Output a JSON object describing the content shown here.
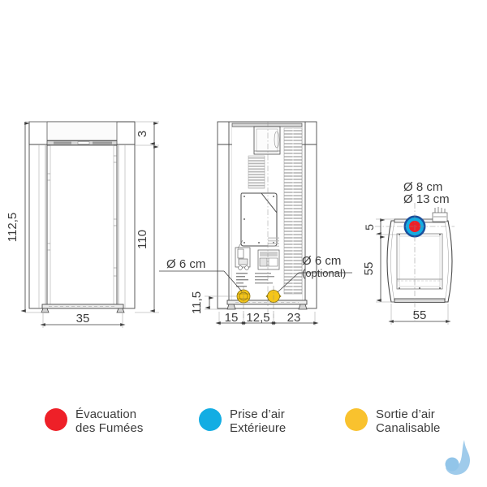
{
  "drawing": {
    "title_alt": "Poele a granules - plans cotes",
    "views": {
      "side": {
        "name": "side-elevation",
        "dims": [
          {
            "label": "112,5",
            "orientation": "vertical",
            "name": "dim-total-height"
          },
          {
            "label": "110",
            "orientation": "vertical",
            "name": "dim-body-height"
          },
          {
            "label": "3",
            "orientation": "vertical",
            "name": "dim-top-offset"
          },
          {
            "label": "35",
            "orientation": "horizontal",
            "name": "dim-depth"
          }
        ]
      },
      "rear": {
        "name": "rear-elevation",
        "dims": [
          {
            "label": "11,5",
            "orientation": "vertical",
            "name": "dim-outlet-height"
          },
          {
            "label": "15",
            "orientation": "horizontal",
            "name": "dim-left-offset"
          },
          {
            "label": "12,5",
            "orientation": "horizontal",
            "name": "dim-mid-offset"
          },
          {
            "label": "23",
            "orientation": "horizontal",
            "name": "dim-right-offset"
          }
        ],
        "callouts": [
          {
            "label": "Ø 6 cm",
            "sub": "",
            "name": "callout-air-outlet-left"
          },
          {
            "label": "Ø 6 cm",
            "sub": "(optional)",
            "name": "callout-air-outlet-right"
          }
        ]
      },
      "top": {
        "name": "top-view",
        "dims": [
          {
            "label": "5",
            "orientation": "vertical",
            "name": "dim-flue-offset"
          },
          {
            "label": "55",
            "orientation": "vertical",
            "name": "dim-depth-top"
          },
          {
            "label": "55",
            "orientation": "horizontal",
            "name": "dim-width-top"
          }
        ],
        "callouts": [
          {
            "label": "Ø 8 cm",
            "name": "callout-flue-inner"
          },
          {
            "label": "Ø 13 cm",
            "name": "callout-flue-outer"
          }
        ]
      }
    },
    "colors": {
      "line": "#3c3c3c",
      "thin_line": "#8a8a8a",
      "hatch": "#c9c9c9",
      "flue_red": "#ee2028",
      "flue_cyan": "#13ade3",
      "flue_navy": "#1b4f9c",
      "air_yellow": "#f5c518"
    }
  },
  "legend": {
    "items": [
      {
        "color": "#ee2028",
        "line1": "Évacuation",
        "line2": "des Fumées",
        "name": "legend-item-flue-outlet"
      },
      {
        "color": "#13ade3",
        "line1": "Prise d’air",
        "line2": "Extérieure",
        "name": "legend-item-air-intake"
      },
      {
        "color": "#f9c22e",
        "line1": "Sortie d’air",
        "line2": "Canalisable",
        "name": "legend-item-ducted-air"
      }
    ]
  },
  "watermark": {
    "name": "brand-flame-logo",
    "color": "#8fc3e8"
  }
}
